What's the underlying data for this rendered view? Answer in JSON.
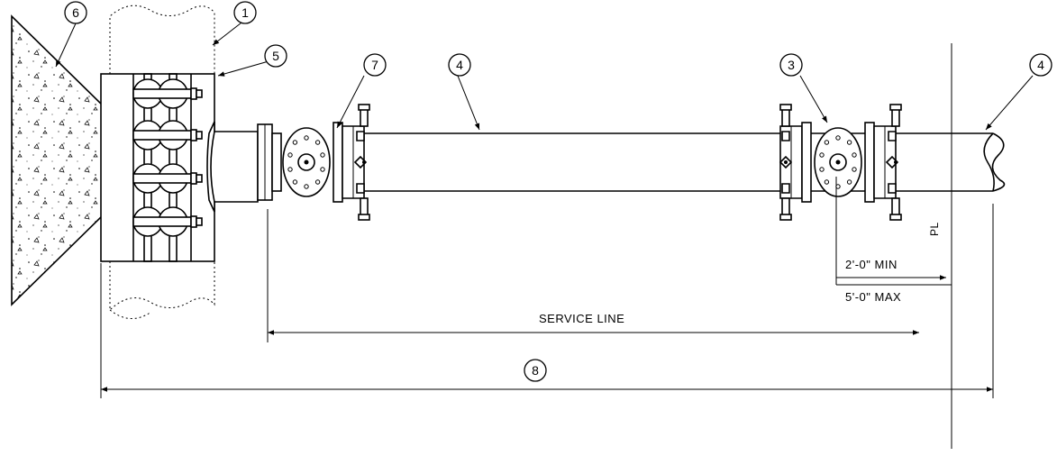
{
  "callouts": [
    "6",
    "1",
    "5",
    "7",
    "4",
    "3",
    "4"
  ],
  "dimensions": {
    "min_label": "2'-0\" MIN",
    "max_label": "5'-0\" MAX",
    "service_line_label": "SERVICE LINE",
    "overall_callout": "8",
    "property_line_symbol": "PL"
  }
}
